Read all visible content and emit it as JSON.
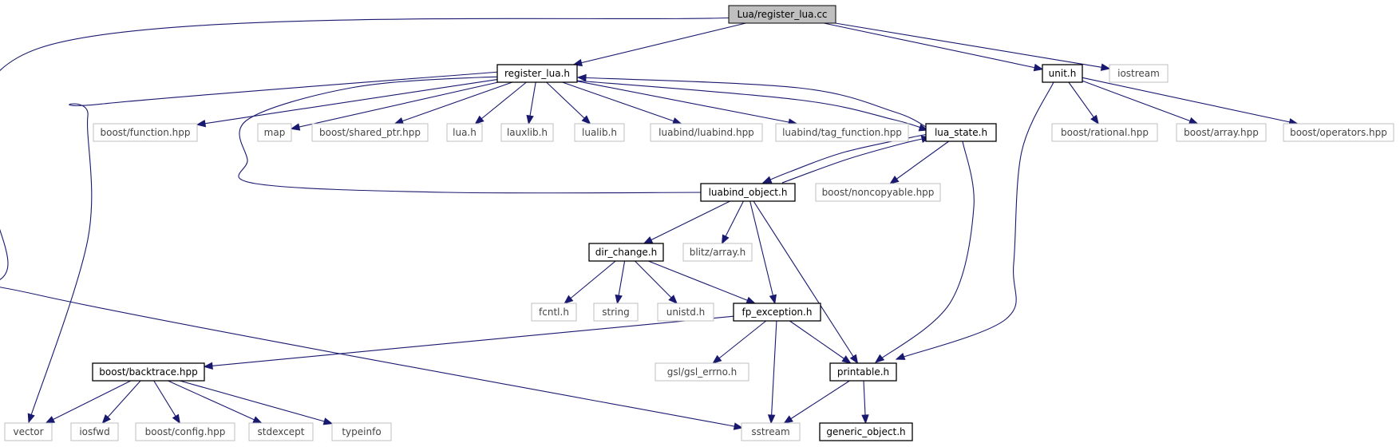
{
  "graph": {
    "nodes": [
      {
        "id": "root",
        "label": "Lua/register_lua.cc",
        "kind": "root"
      },
      {
        "id": "register_lua_h",
        "label": "register_lua.h",
        "kind": "documented"
      },
      {
        "id": "unit_h",
        "label": "unit.h",
        "kind": "documented"
      },
      {
        "id": "iostream",
        "label": "iostream",
        "kind": "external"
      },
      {
        "id": "boost_function",
        "label": "boost/function.hpp",
        "kind": "external"
      },
      {
        "id": "map",
        "label": "map",
        "kind": "external"
      },
      {
        "id": "boost_shared_ptr",
        "label": "boost/shared_ptr.hpp",
        "kind": "external"
      },
      {
        "id": "lua_h",
        "label": "lua.h",
        "kind": "external"
      },
      {
        "id": "lauxlib_h",
        "label": "lauxlib.h",
        "kind": "external"
      },
      {
        "id": "lualib_h",
        "label": "lualib.h",
        "kind": "external"
      },
      {
        "id": "luabind_luabind",
        "label": "luabind/luabind.hpp",
        "kind": "external"
      },
      {
        "id": "luabind_tag_function",
        "label": "luabind/tag_function.hpp",
        "kind": "external"
      },
      {
        "id": "lua_state_h",
        "label": "lua_state.h",
        "kind": "documented"
      },
      {
        "id": "boost_rational",
        "label": "boost/rational.hpp",
        "kind": "external"
      },
      {
        "id": "boost_array",
        "label": "boost/array.hpp",
        "kind": "external"
      },
      {
        "id": "boost_operators",
        "label": "boost/operators.hpp",
        "kind": "external"
      },
      {
        "id": "luabind_object_h",
        "label": "luabind_object.h",
        "kind": "documented"
      },
      {
        "id": "boost_noncopyable",
        "label": "boost/noncopyable.hpp",
        "kind": "external"
      },
      {
        "id": "dir_change_h",
        "label": "dir_change.h",
        "kind": "documented"
      },
      {
        "id": "blitz_array",
        "label": "blitz/array.h",
        "kind": "external"
      },
      {
        "id": "fcntl_h",
        "label": "fcntl.h",
        "kind": "external"
      },
      {
        "id": "string",
        "label": "string",
        "kind": "external"
      },
      {
        "id": "unistd_h",
        "label": "unistd.h",
        "kind": "external"
      },
      {
        "id": "fp_exception_h",
        "label": "fp_exception.h",
        "kind": "documented"
      },
      {
        "id": "boost_backtrace",
        "label": "boost/backtrace.hpp",
        "kind": "documented"
      },
      {
        "id": "gsl_errno",
        "label": "gsl/gsl_errno.h",
        "kind": "external"
      },
      {
        "id": "printable_h",
        "label": "printable.h",
        "kind": "documented"
      },
      {
        "id": "vector",
        "label": "vector",
        "kind": "external"
      },
      {
        "id": "iosfwd",
        "label": "iosfwd",
        "kind": "external"
      },
      {
        "id": "boost_config",
        "label": "boost/config.hpp",
        "kind": "external"
      },
      {
        "id": "stdexcept",
        "label": "stdexcept",
        "kind": "external"
      },
      {
        "id": "typeinfo",
        "label": "typeinfo",
        "kind": "external"
      },
      {
        "id": "sstream",
        "label": "sstream",
        "kind": "external"
      },
      {
        "id": "generic_object_h",
        "label": "generic_object.h",
        "kind": "documented"
      }
    ],
    "edges": [
      [
        "root",
        "register_lua_h"
      ],
      [
        "root",
        "unit_h"
      ],
      [
        "root",
        "iostream"
      ],
      [
        "root",
        "sstream"
      ],
      [
        "register_lua_h",
        "boost_function"
      ],
      [
        "register_lua_h",
        "map"
      ],
      [
        "register_lua_h",
        "boost_shared_ptr"
      ],
      [
        "register_lua_h",
        "lua_h"
      ],
      [
        "register_lua_h",
        "lauxlib_h"
      ],
      [
        "register_lua_h",
        "lualib_h"
      ],
      [
        "register_lua_h",
        "luabind_luabind"
      ],
      [
        "register_lua_h",
        "luabind_tag_function"
      ],
      [
        "register_lua_h",
        "lua_state_h"
      ],
      [
        "register_lua_h",
        "vector"
      ],
      [
        "lua_state_h",
        "register_lua_h"
      ],
      [
        "lua_state_h",
        "luabind_object_h"
      ],
      [
        "lua_state_h",
        "boost_noncopyable"
      ],
      [
        "lua_state_h",
        "printable_h"
      ],
      [
        "luabind_object_h",
        "register_lua_h"
      ],
      [
        "luabind_object_h",
        "lua_state_h"
      ],
      [
        "luabind_object_h",
        "dir_change_h"
      ],
      [
        "luabind_object_h",
        "blitz_array"
      ],
      [
        "luabind_object_h",
        "fp_exception_h"
      ],
      [
        "luabind_object_h",
        "printable_h"
      ],
      [
        "unit_h",
        "boost_rational"
      ],
      [
        "unit_h",
        "boost_array"
      ],
      [
        "unit_h",
        "boost_operators"
      ],
      [
        "unit_h",
        "printable_h"
      ],
      [
        "dir_change_h",
        "fcntl_h"
      ],
      [
        "dir_change_h",
        "string"
      ],
      [
        "dir_change_h",
        "unistd_h"
      ],
      [
        "dir_change_h",
        "fp_exception_h"
      ],
      [
        "fp_exception_h",
        "boost_backtrace"
      ],
      [
        "fp_exception_h",
        "gsl_errno"
      ],
      [
        "fp_exception_h",
        "printable_h"
      ],
      [
        "fp_exception_h",
        "sstream"
      ],
      [
        "boost_backtrace",
        "vector"
      ],
      [
        "boost_backtrace",
        "iosfwd"
      ],
      [
        "boost_backtrace",
        "boost_config"
      ],
      [
        "boost_backtrace",
        "stdexcept"
      ],
      [
        "boost_backtrace",
        "typeinfo"
      ],
      [
        "printable_h",
        "sstream"
      ],
      [
        "printable_h",
        "generic_object_h"
      ]
    ]
  },
  "colors": {
    "edge": "#191970",
    "root_fill": "#bfbfbf",
    "documented_border": "#000000",
    "external_border": "#bfbfbf"
  }
}
